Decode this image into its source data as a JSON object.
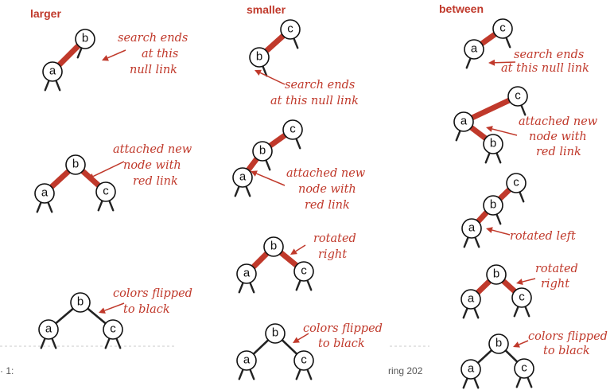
{
  "colors": {
    "red_link": "#c0392b",
    "black_link": "#222222",
    "annotation": "#c0392b",
    "node_fill": "#ffffff",
    "node_stroke": "#111111"
  },
  "columns": {
    "larger": "larger",
    "smaller": "smaller",
    "between": "between"
  },
  "annotations": {
    "larger_search": [
      "search ends",
      "at this",
      "null link"
    ],
    "larger_attached": [
      "attached new",
      "node with",
      "red link"
    ],
    "larger_flipped": [
      "colors flipped",
      "to black"
    ],
    "smaller_search": [
      "search ends",
      "at this null link"
    ],
    "smaller_attached": [
      "attached new",
      "node with",
      "red link"
    ],
    "smaller_rotated": [
      "rotated",
      "right"
    ],
    "smaller_flipped": [
      "colors flipped",
      "to black"
    ],
    "between_search": [
      "search ends",
      "at this null link"
    ],
    "between_attached": [
      "attached new",
      "node with",
      "red link"
    ],
    "between_rotated_left": [
      "rotated left"
    ],
    "between_rotated_right": [
      "rotated",
      "right"
    ],
    "between_flipped": [
      "colors flipped",
      "to black"
    ]
  },
  "footer": {
    "left_fragment": "· 1:",
    "right_fragment": "ring 202"
  },
  "node_labels": {
    "a": "a",
    "b": "b",
    "c": "c"
  }
}
